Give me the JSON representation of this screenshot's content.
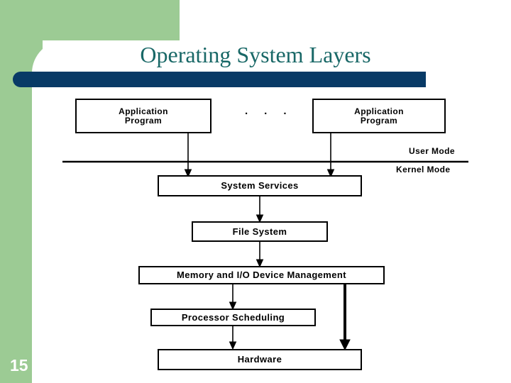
{
  "slide": {
    "title": "Operating System Layers",
    "number": "15",
    "colors": {
      "accent_green": "#9ccb94",
      "accent_blue": "#083a66",
      "title_teal": "#196867",
      "diagram_stroke": "#000000",
      "background": "#ffffff"
    }
  },
  "diagram": {
    "type": "layered-block-diagram",
    "ellipsis": "·  ·  ·",
    "mode_labels": [
      {
        "id": "user-mode",
        "text": "User Mode"
      },
      {
        "id": "kernel-mode",
        "text": "Kernel Mode"
      }
    ],
    "nodes": [
      {
        "id": "application-program-left",
        "label": "Application\nProgram",
        "line1": "Application",
        "line2": "Program"
      },
      {
        "id": "application-program-right",
        "label": "Application\nProgram",
        "line1": "Application",
        "line2": "Program"
      },
      {
        "id": "system-services",
        "label": "System Services"
      },
      {
        "id": "file-system",
        "label": "File System"
      },
      {
        "id": "memory-io-device-management",
        "label": "Memory and  I/O Device Management"
      },
      {
        "id": "processor-scheduling",
        "label": "Processor Scheduling"
      },
      {
        "id": "hardware",
        "label": "Hardware"
      }
    ],
    "edges": [
      {
        "from": "application-program-left",
        "to": "system-services"
      },
      {
        "from": "application-program-right",
        "to": "system-services"
      },
      {
        "from": "system-services",
        "to": "file-system"
      },
      {
        "from": "file-system",
        "to": "memory-io-device-management"
      },
      {
        "from": "memory-io-device-management",
        "to": "processor-scheduling"
      },
      {
        "from": "processor-scheduling",
        "to": "hardware"
      },
      {
        "from": "memory-io-device-management",
        "to": "hardware"
      }
    ]
  }
}
